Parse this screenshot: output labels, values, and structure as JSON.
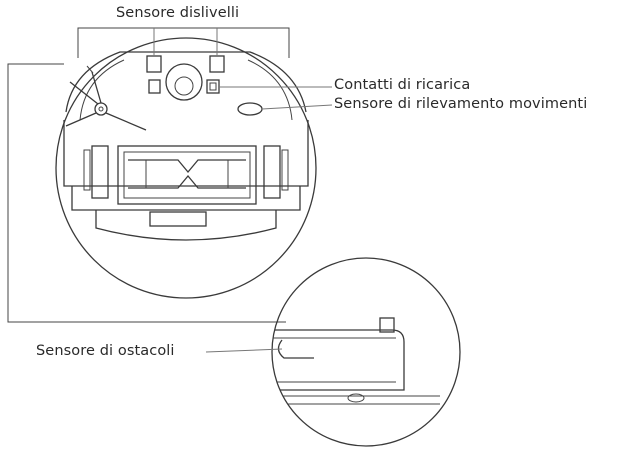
{
  "labels": {
    "cliff_sensor": "Sensore dislivelli",
    "charging_contacts": "Contatti di ricarica",
    "motion_sensor": "Sensore di rilevamento movimenti",
    "obstacle_sensor": "Sensore di ostacoli"
  },
  "colors": {
    "line": "#3a3a3a",
    "text": "#2a2a2a",
    "leader": "#777777"
  }
}
